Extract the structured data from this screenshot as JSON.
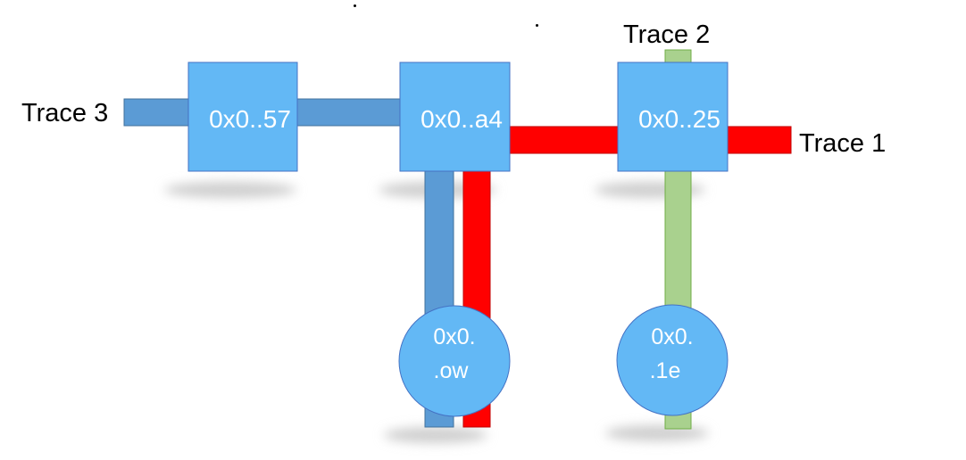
{
  "labels": {
    "trace1": "Trace 1",
    "trace2": "Trace 2",
    "trace3": "Trace 3"
  },
  "nodes": [
    {
      "id": "node-57",
      "shape": "square",
      "text": "0x0..57"
    },
    {
      "id": "node-a4",
      "shape": "square",
      "text": "0x0..a4"
    },
    {
      "id": "node-25",
      "shape": "square",
      "text": "0x0..25"
    },
    {
      "id": "node-ow",
      "shape": "circle",
      "lines": [
        "0x0.",
        ".ow"
      ]
    },
    {
      "id": "node-1e",
      "shape": "circle",
      "lines": [
        "0x0.",
        ".1e"
      ]
    }
  ],
  "traces": [
    {
      "name": "Trace 1",
      "color": "#ff0000",
      "path": [
        "node-ow",
        "node-a4",
        "node-25"
      ]
    },
    {
      "name": "Trace 2",
      "color": "#a9d18e",
      "path": [
        "node-1e",
        "node-25"
      ]
    },
    {
      "name": "Trace 3",
      "color": "#5b9bd5",
      "path": [
        "node-57",
        "node-a4",
        "node-ow"
      ]
    }
  ],
  "colors": {
    "node_fill": "#63b8f5",
    "node_stroke": "#4472c4",
    "node_text": "#ffffff",
    "shadow": "#d0d0d0"
  }
}
